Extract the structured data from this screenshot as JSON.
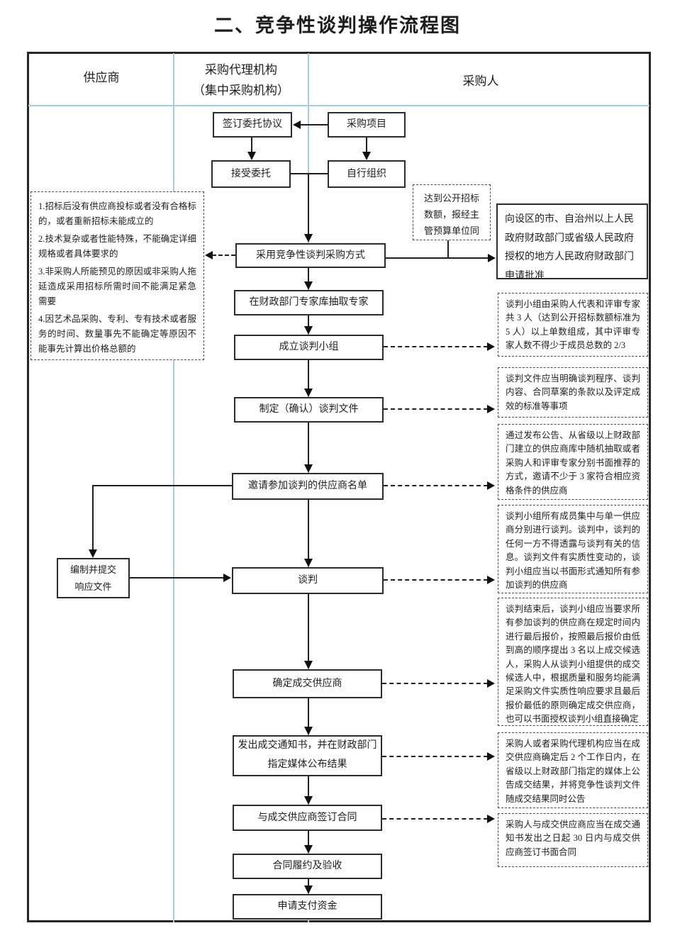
{
  "title": "二、竞争性谈判操作流程图",
  "columns": {
    "supplier": "供应商",
    "agency_line1": "采购代理机构",
    "agency_line2": "（集中采购机构）",
    "purchaser": "采购人"
  },
  "flow": {
    "sign_agreement": "签订委托协议",
    "procurement_project": "采购项目",
    "accept_entrustment": "接受委托",
    "self_organize": "自行组织",
    "adopt_method": "采用竞争性谈判采购方式",
    "extract_experts": "在财政部门专家库抽取专家",
    "establish_group": "成立谈判小组",
    "formulate_docs": "制定（确认）谈判文件",
    "invite_suppliers": "邀请参加谈判的供应商名单",
    "negotiate": "谈判",
    "determine_supplier": "确定成交供应商",
    "issue_notice": "发出成交通知书，并在财政部门指定媒体公布结果",
    "sign_contract": "与成交供应商签订合同",
    "contract_performance": "合同履约及验收",
    "apply_payment": "申请支付资金",
    "prepare_response": "编制并提交响应文件"
  },
  "notes": {
    "conditions": {
      "items": [
        "1.招标后没有供应商投标或者没有合格标的，或者重新招标未能成立的",
        "2.技术复杂或者性能特殊，不能确定详细规格或者具体要求的",
        "3.非采购人所能预见的原因或非采购人拖延造成采用招标所需时间不能满足紧急需要",
        "4.因艺术品采购、专利、专有技术或者服务的时间、数量事先不能确定等原因不能事先计算出价格总额的"
      ]
    },
    "over_threshold": "达到公开招标数额，报经主管预算单位同",
    "apply_approval": "向设区的市、自治州以上人民政府财政部门或省级人民政府授权的地方人民政府财政部门申请批准",
    "group_composition": "谈判小组由采购人代表和评审专家共 3 人（达到公开招标数额标准为 5 人）以上单数组成，其中评审专家人数不得少于成员总数的 2/3",
    "docs_content": "谈判文件应当明确谈判程序、谈判内容、合同草案的条款以及评定成效的标准等事项",
    "invite_method": "通过发布公告、从省级以上财政部门建立的供应商库中随机抽取或者采购人和评审专家分别书面推荐的方式，邀请不少于 3 家符合相应资格条件的供应商",
    "negotiation_rule": "谈判小组所有成员集中与单一供应商分别进行谈判。谈判中，谈判的任何一方不得透露与谈判有关的信息。谈判文件有实质性变动的，谈判小组应当以书面形式通知所有参加谈判的供应商",
    "final_quote_rule": "谈判结束后，谈判小组应当要求所有参加谈判的供应商在规定时间内进行最后报价，按照最后报价由低到高的顺序提出 3 名以上成交候选人，采购人从谈判小组提供的成交候选人中，根据质量和服务均能满足采购文件实质性响应要求且最后报价最低的原则确定成交供应商，也可以书面授权谈判小组直接确定",
    "announce_rule": "采购人或者采购代理机构应当在成交供应商确定后 2 个工作日内，在省级以上财政部门指定的媒体上公告成交结果，并将竞争性谈判文件随成交结果同时公告",
    "contract_rule": "采购人与成交供应商应当在成交通知书发出之日起 30 日内与成交供应商签订书面合同"
  },
  "colors": {
    "grid_blue": "#a9cbe2",
    "line_black": "#1f1f1f",
    "background": "#ffffff"
  }
}
